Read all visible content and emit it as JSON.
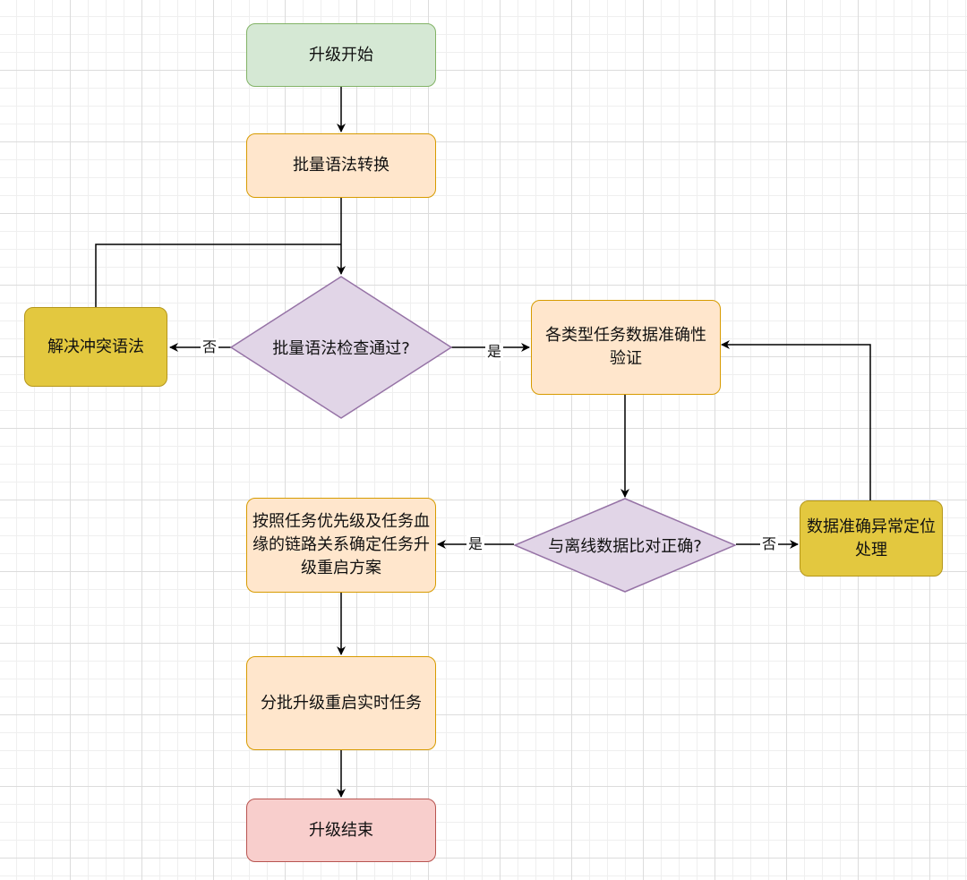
{
  "nodes": {
    "start": "升级开始",
    "batch_convert": "批量语法转换",
    "syntax_check": "批量语法检查通过?",
    "resolve_conflict": "解决冲突语法",
    "accuracy_verify": "各类型任务数据准确性验证",
    "offline_compare": "与离线数据比对正确?",
    "fix_anomaly": "数据准确异常定位处理",
    "restart_plan": "按照任务优先级及任务血缘的链路关系确定任务升级重启方案",
    "batch_restart": "分批升级重启实时任务",
    "end": "升级结束"
  },
  "edge_labels": {
    "check_no": "否",
    "check_yes": "是",
    "compare_yes": "是",
    "compare_no": "否"
  },
  "colors": {
    "start_fill": "#d5e8d4",
    "process_fill": "#ffe6cc",
    "handler_fill": "#e3c83f",
    "decision_fill": "#e1d5e7",
    "end_fill": "#f8cecc"
  }
}
